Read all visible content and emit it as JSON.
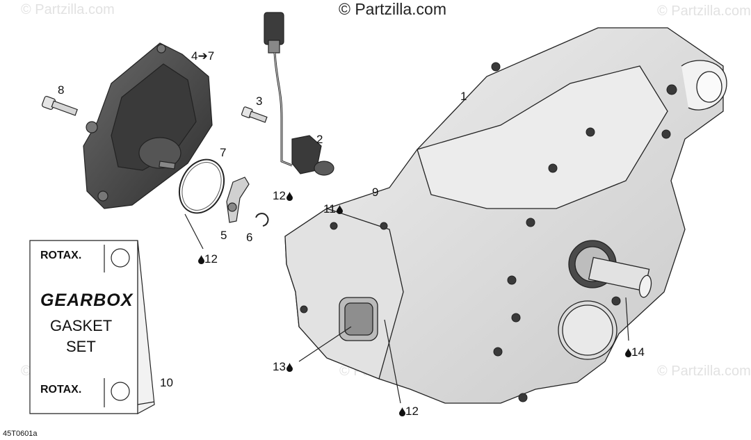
{
  "watermarks": {
    "main": "© Partzilla.com",
    "faint": "© Partzilla.com"
  },
  "diagram_code": "45T0601a",
  "callouts": [
    {
      "id": "1",
      "text": "1"
    },
    {
      "id": "2",
      "text": "2"
    },
    {
      "id": "3",
      "text": "3"
    },
    {
      "id": "4-7",
      "text": "4➔7"
    },
    {
      "id": "5",
      "text": "5"
    },
    {
      "id": "6",
      "text": "6"
    },
    {
      "id": "7",
      "text": "7"
    },
    {
      "id": "8",
      "text": "8"
    },
    {
      "id": "9",
      "text": "9"
    },
    {
      "id": "10",
      "text": "10"
    },
    {
      "id": "11",
      "text": "11"
    },
    {
      "id": "12a",
      "text": "12"
    },
    {
      "id": "12b",
      "text": "12"
    },
    {
      "id": "12c",
      "text": "12"
    },
    {
      "id": "13",
      "text": "13"
    },
    {
      "id": "14",
      "text": "14"
    }
  ],
  "kit": {
    "brand_top": "ROTAX.",
    "line1": "GEARBOX",
    "line2": "GASKET",
    "line3": "SET",
    "brand_bottom": "ROTAX."
  },
  "colors": {
    "part_fill": "#d9d9d9",
    "part_dark": "#4a4a4a",
    "line": "#1a1a1a",
    "watermark": "#e2e2e2"
  }
}
